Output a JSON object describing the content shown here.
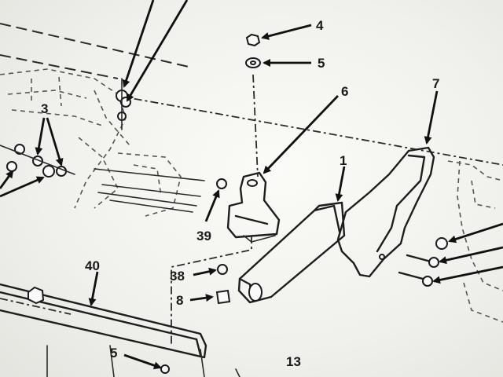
{
  "figure": {
    "callouts": {
      "c1": "1",
      "c3": "3",
      "c4": "4",
      "c5_top": "5",
      "c5_bottom": "5",
      "c6": "6",
      "c7": "7",
      "c8": "8",
      "c13": "13",
      "c38": "38",
      "c39": "39",
      "c40": "40"
    }
  }
}
